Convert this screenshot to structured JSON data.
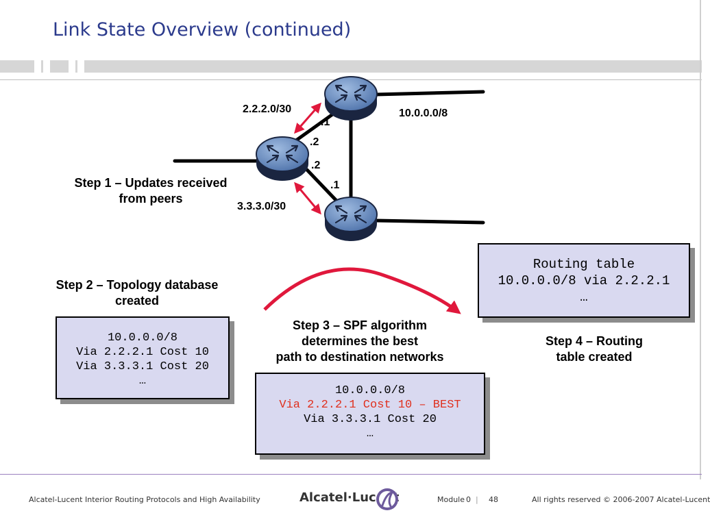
{
  "slide": {
    "title": "Link State Overview (continued)"
  },
  "network": {
    "routers": [
      {
        "name": "top"
      },
      {
        "name": "left"
      },
      {
        "name": "bottom"
      }
    ],
    "labels": {
      "net_top": "2.2.2.0/30",
      "net_bottom": "3.3.3.0/30",
      "net_dest": "10.0.0.0/8",
      "top_if": ".1",
      "left_if_top": ".2",
      "left_if_bottom": ".2",
      "bottom_if": ".1"
    },
    "colors": {
      "link": "#000000",
      "update_arrow": "#e0183c",
      "router_fill": "#6b8fc4"
    }
  },
  "steps": {
    "step1": {
      "line1": "Step 1 – Updates received",
      "line2": "from peers"
    },
    "step2": {
      "line1": "Step 2 – Topology database",
      "line2": "created"
    },
    "step3": {
      "line1": "Step 3 – SPF algorithm",
      "line2": "determines the best",
      "line3": "path to destination networks"
    },
    "step4": {
      "line1": "Step 4 – Routing",
      "line2": "table created"
    }
  },
  "topology_box": {
    "lines": [
      "10.0.0.0/8",
      "Via 2.2.2.1 Cost 10",
      "Via 3.3.3.1 Cost 20",
      "…"
    ]
  },
  "spf_box": {
    "line1": "10.0.0.0/8",
    "best": "Via 2.2.2.1 Cost 10 – BEST",
    "line3": "Via 3.3.3.1 Cost 20",
    "line4": "…",
    "best_color": "#e0301e"
  },
  "routing_box": {
    "title": "Routing table",
    "entry": "10.0.0.0/8 via 2.2.2.1",
    "more": "…"
  },
  "footer": {
    "course": "Alcatel-Lucent Interior Routing Protocols and High Availability",
    "brand": "Alcatel·Lucent",
    "module_label": "Module",
    "module_num": "0",
    "separator": "|",
    "page": "48",
    "rights": "All rights reserved © 2006-2007 Alcatel-Lucent"
  }
}
